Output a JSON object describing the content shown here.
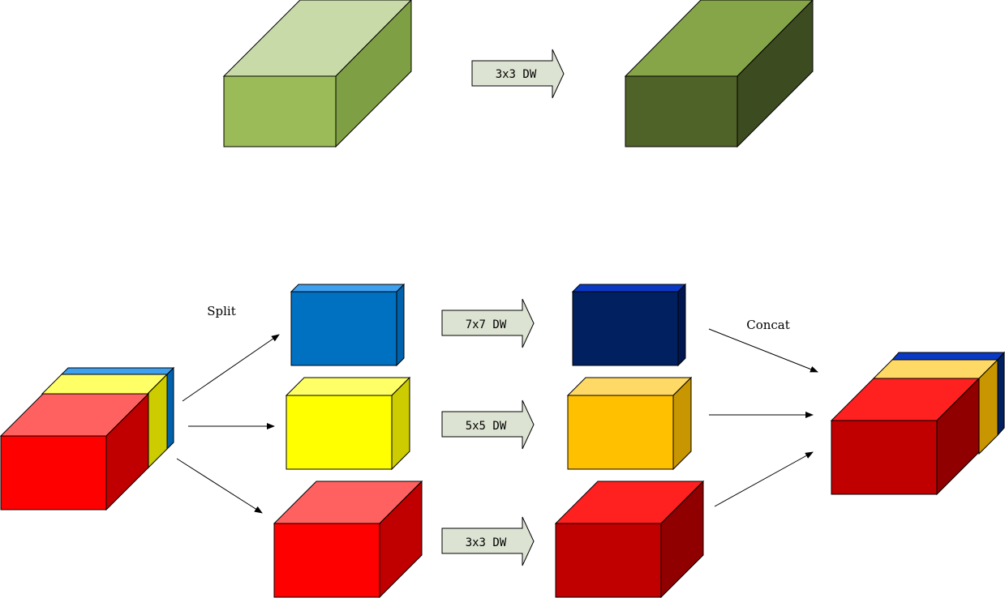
{
  "top": {
    "op_label": "3x3 DW",
    "colors": {
      "in_front": "#9BBB59",
      "in_top": "#C9DAA9",
      "in_side": "#7F9F45",
      "out_front": "#4F6228",
      "out_top": "#85A548",
      "out_side": "#3C4B20"
    }
  },
  "bottom": {
    "split_label": "Split",
    "concat_label": "Concat",
    "branches": [
      {
        "op_label": "7x7 DW",
        "in_color": "#0070C0",
        "out_color": "#002060"
      },
      {
        "op_label": "5x5 DW",
        "in_color": "#FFFF00",
        "out_color": "#FFC000"
      },
      {
        "op_label": "3x3 DW",
        "in_color": "#FF0000",
        "out_color": "#C00000"
      }
    ]
  }
}
